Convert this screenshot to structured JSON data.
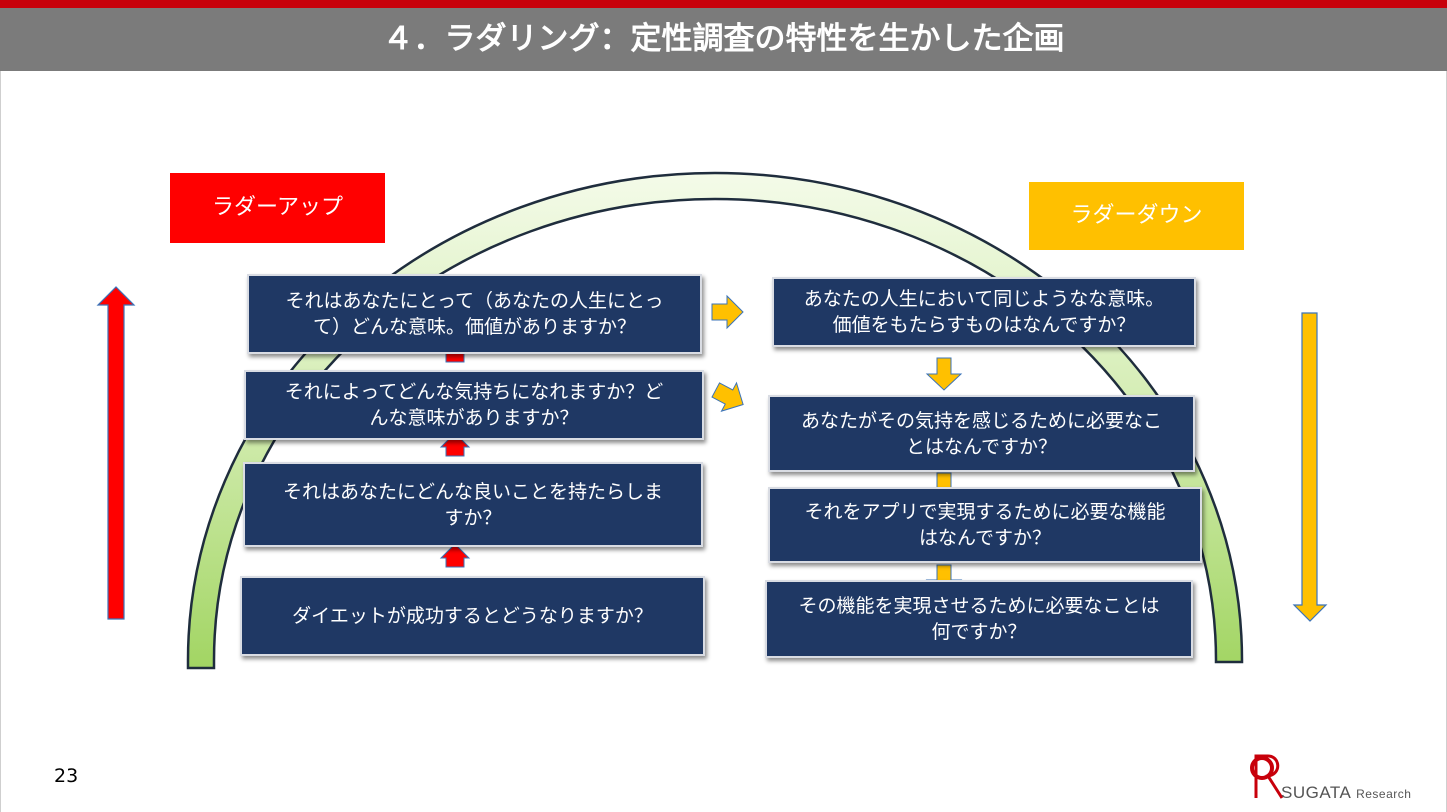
{
  "header": {
    "title": "４．ラダリング：定性調査の特性を生かした企画"
  },
  "labels": {
    "ladder_up": "ラダーアップ",
    "ladder_down": "ラダーダウン"
  },
  "colors": {
    "header_red": "#c8000b",
    "header_gray": "#7b7b7b",
    "ladder_up": "#ff0000",
    "ladder_down": "#ffc000",
    "box_fill": "#1f3864",
    "arc_fill": "#a9d86e"
  },
  "ladder_up_boxes": [
    {
      "lines": [
        "それはあなたにとって（あなたの人生にとっ",
        "て）どんな意味。価値がありますか？"
      ]
    },
    {
      "lines": [
        "それによってどんな気持ちになれますか？ど",
        "んな意味がありますか？"
      ]
    },
    {
      "lines": [
        "それはあなたにどんな良いことを持たらしま",
        "すか？"
      ]
    },
    {
      "lines": [
        "ダイエットが成功するとどうなりますか？"
      ]
    }
  ],
  "ladder_down_boxes": [
    {
      "lines": [
        "あなたの人生において同じようなな意味。",
        "価値をもたらすものはなんですか？"
      ]
    },
    {
      "lines": [
        "あなたがその気持を感じるために必要なこ",
        "とはなんですか？"
      ]
    },
    {
      "lines": [
        "それをアプリで実現するために必要な機能",
        "はなんですか？"
      ]
    },
    {
      "lines": [
        "その機能を実現させるために必要なことは",
        "何ですか？"
      ]
    }
  ],
  "footer": {
    "page_number": "23",
    "logo_text_1": "SUGATA",
    "logo_text_2": "Research"
  }
}
